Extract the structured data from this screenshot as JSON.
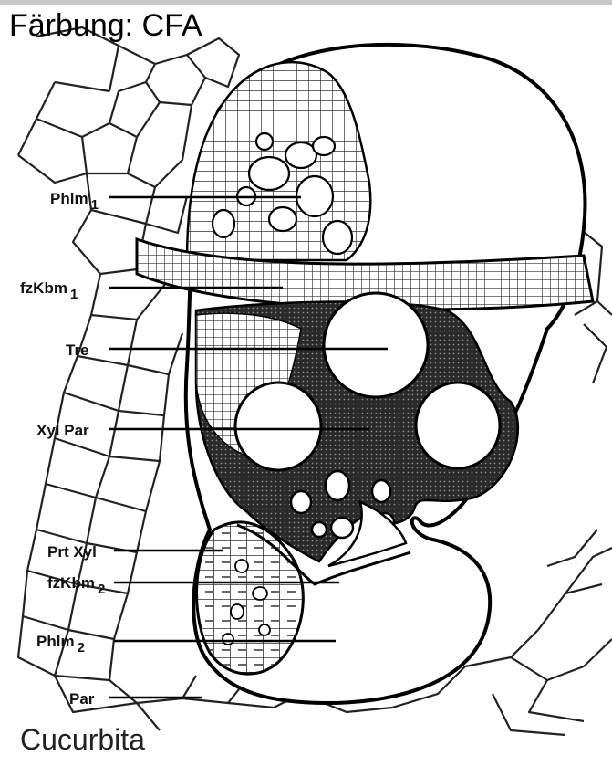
{
  "title": "Färbung: CFA",
  "caption": "Cucurbita",
  "labels": {
    "phlm1": {
      "text": "Phlm",
      "sub": "1"
    },
    "fzkbm1": {
      "text": "fzKbm",
      "sub": "1"
    },
    "tre": {
      "text": "Tre",
      "sub": ""
    },
    "xylpar": {
      "text": "Xyl Par",
      "sub": ""
    },
    "prtxyl": {
      "text": "Prt Xyl",
      "sub": ""
    },
    "fzkbm2": {
      "text": "fzKbm",
      "sub": "2"
    },
    "phlm2": {
      "text": "Phlm",
      "sub": "2"
    },
    "par": {
      "text": "Par",
      "sub": ""
    }
  }
}
